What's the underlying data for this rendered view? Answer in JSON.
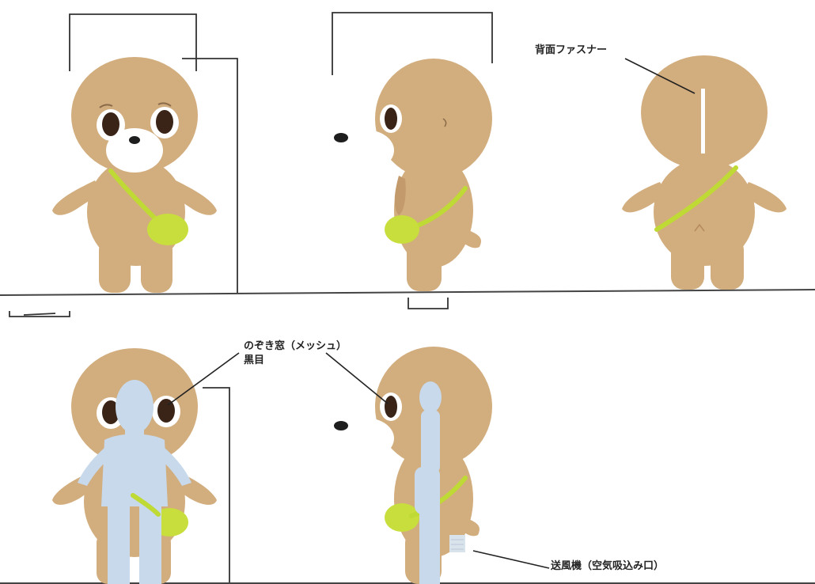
{
  "labels": {
    "back_zipper": "背面ファスナー",
    "peephole": "のぞき窓（メッシュ）",
    "black_eyes": "黒目",
    "blower": "送風機（空気吸込み口）"
  },
  "colors": {
    "fur": "#d2ad7e",
    "fur_shadow": "#c29a6b",
    "muzzle": "#ffffff",
    "eye": "#3a2418",
    "nose": "#1e1e1e",
    "bag": "#c8de3c",
    "strap": "#bfd935",
    "person": "#c7d9ea",
    "line": "#333333"
  }
}
